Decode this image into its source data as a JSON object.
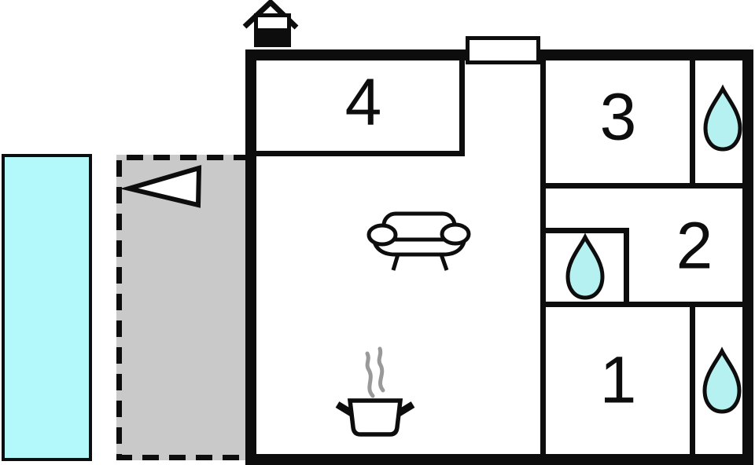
{
  "rooms": {
    "room4": {
      "label": "4"
    },
    "room3": {
      "label": "3"
    },
    "room2": {
      "label": "2"
    },
    "room1": {
      "label": "1"
    }
  },
  "icons": {
    "fireplace": "fireplace-chimney-icon",
    "entrance_arrow": "entrance-arrow-icon",
    "sofa": "sofa-icon",
    "cooking_pot": "cooking-pot-steam-icon",
    "water_drop": "water-droplet-icon"
  },
  "areas": {
    "pool": "swimming-pool",
    "terrace": "terrace",
    "house": "house-outline",
    "door": "entrance-door-opening"
  },
  "colors": {
    "wall": "#0d0d0d",
    "pool_fill": "#b3f9fc",
    "droplet_fill": "#b5f1f1",
    "terrace_fill": "#c9c9c9",
    "steam": "#999999",
    "background": "#ffffff"
  }
}
